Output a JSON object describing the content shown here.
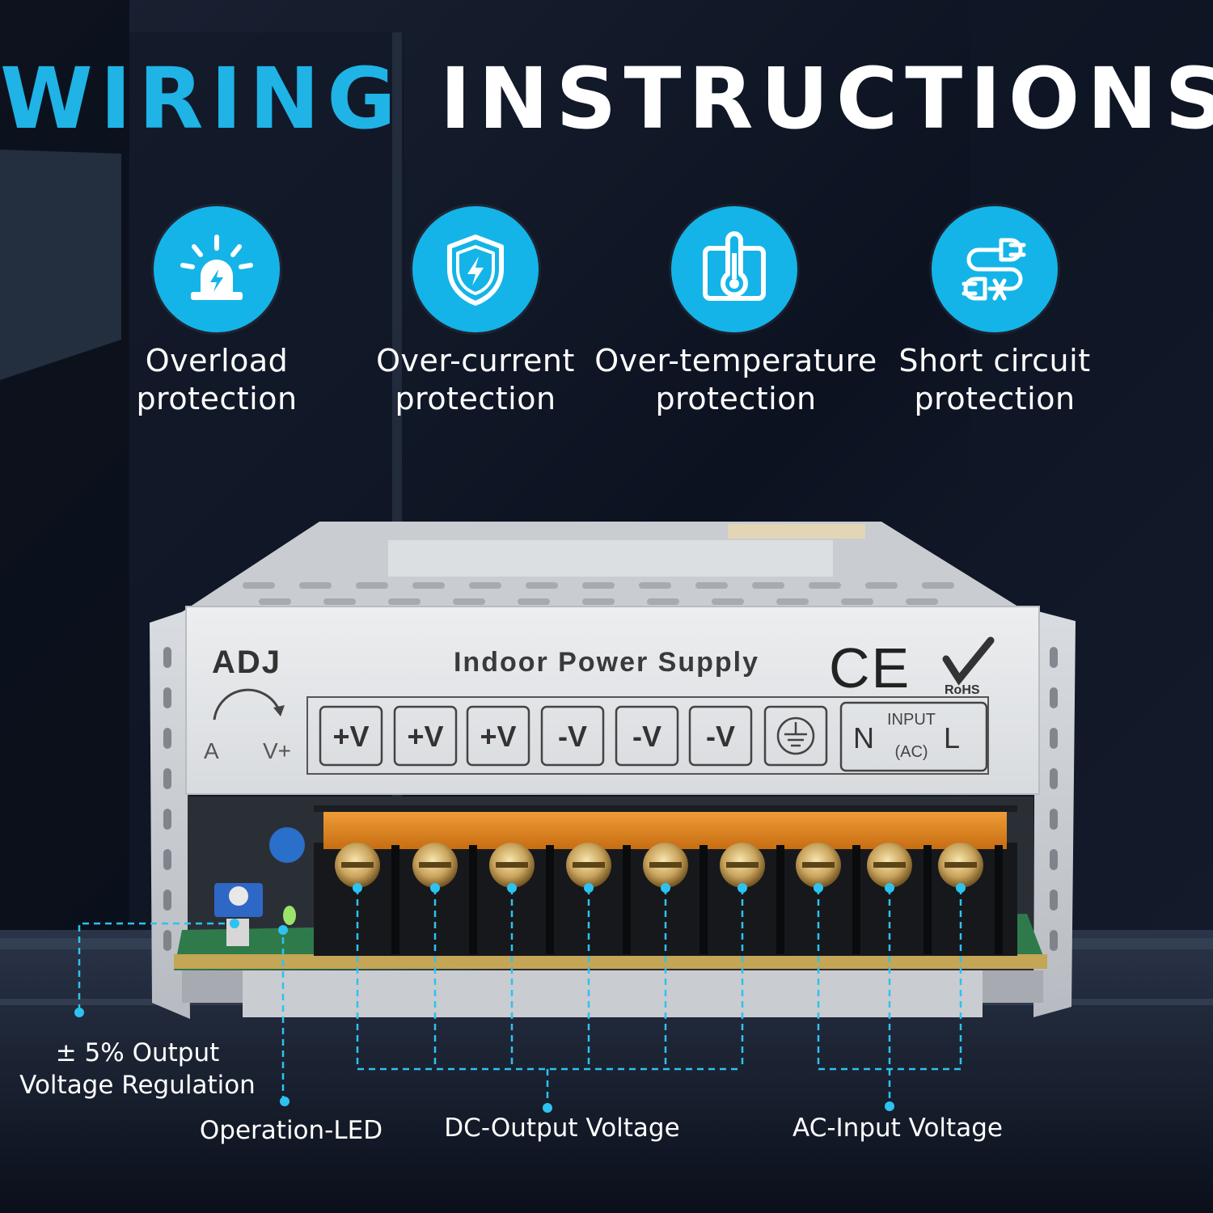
{
  "title": {
    "word1": "WIRING",
    "word2": "INSTRUCTIONS"
  },
  "features": [
    {
      "line1": "Overload",
      "line2": "protection",
      "icon": "alarm-light-icon"
    },
    {
      "line1": "Over-current",
      "line2": "protection",
      "icon": "shield-bolt-icon"
    },
    {
      "line1": "Over-temperature",
      "line2": "protection",
      "icon": "thermometer-icon"
    },
    {
      "line1": "Short circuit",
      "line2": "protection",
      "icon": "plug-short-icon"
    }
  ],
  "device": {
    "brand": "ADJ",
    "name": "Indoor Power Supply",
    "ce_mark": "CE",
    "rohs_mark": "RoHS",
    "adjust_left": "A",
    "adjust_right": "V+",
    "terminals": [
      "+V",
      "+V",
      "+V",
      "-V",
      "-V",
      "-V"
    ],
    "input_label": "INPUT",
    "input_n": "N",
    "input_l": "L",
    "input_ac": "(AC)"
  },
  "callouts": {
    "regulation_line1": "± 5% Output",
    "regulation_line2": "Voltage Regulation",
    "led": "Operation-LED",
    "dc_output": "DC-Output Voltage",
    "ac_input": "AC-Input Voltage"
  },
  "colors": {
    "accent": "#1fb3e6",
    "icon_bg": "#14b4e8",
    "text": "#ffffff",
    "background": "#0d1320"
  }
}
